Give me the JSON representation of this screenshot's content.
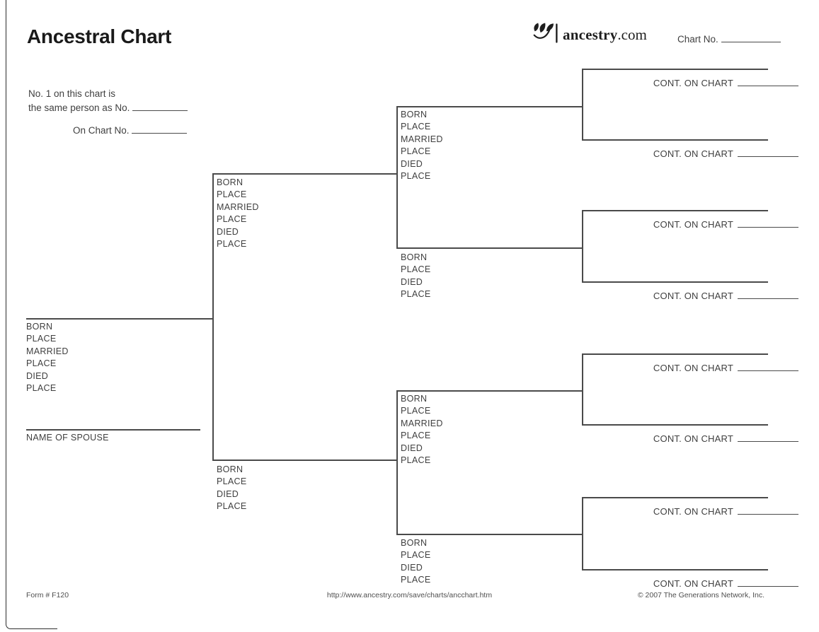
{
  "header": {
    "title": "Ancestral Chart",
    "logo": {
      "icon": "ancestry-leaf-icon",
      "name": "ancestry",
      "suffix": ".com"
    },
    "chart_no_label": "Chart No."
  },
  "notes": {
    "line1": "No. 1 on this chart is",
    "line2": "the same person as No.",
    "line3": "On Chart No."
  },
  "labels": {
    "full": [
      "BORN",
      "PLACE",
      "MARRIED",
      "PLACE",
      "DIED",
      "PLACE"
    ],
    "short": [
      "BORN",
      "PLACE",
      "DIED",
      "PLACE"
    ],
    "spouse": "NAME OF SPOUSE",
    "cont_on_chart": "CONT. ON CHART"
  },
  "footer": {
    "form_number": "Form # F120",
    "url": "http://www.ancestry.com/save/charts/ancchart.htm",
    "copyright": "© 2007 The Generations Network, Inc."
  },
  "colors": {
    "ink": "#3f3f3f",
    "line": "#4a4a4a",
    "title": "#1a1a1a"
  }
}
